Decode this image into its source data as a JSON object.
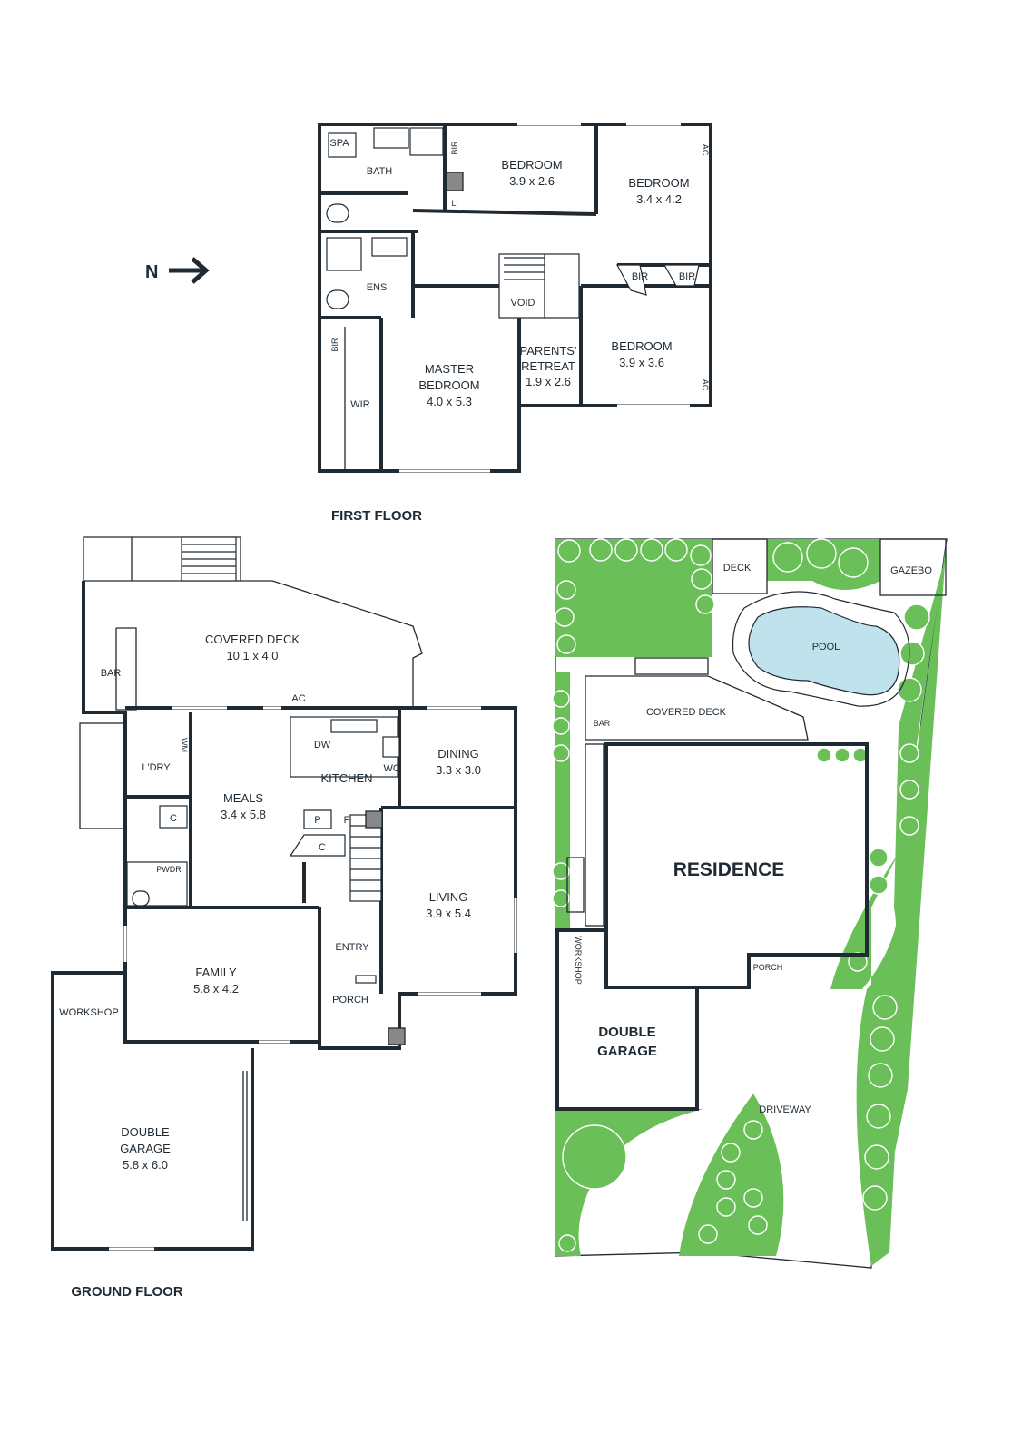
{
  "compass": {
    "label": "N"
  },
  "first_floor": {
    "title": "FIRST FLOOR",
    "rooms": {
      "spa": "SPA",
      "bath": "BATH",
      "bir_top": "BIR",
      "linen": "L",
      "bed1_name": "BEDROOM",
      "bed1_size": "3.9 x 2.6",
      "bed2_name": "BEDROOM",
      "bed2_size": "3.4 x 4.2",
      "ac_top": "AC",
      "bir_left": "BIR",
      "bir_right": "BIR",
      "ens": "ENS",
      "void": "VOID",
      "bir_mid": "BIR",
      "parents_1": "PARENTS'",
      "parents_2": "RETREAT",
      "parents_size": "1.9 x 2.6",
      "bed3_name": "BEDROOM",
      "bed3_size": "3.9 x 3.6",
      "ac_bottom": "AC",
      "master_1": "MASTER",
      "master_2": "BEDROOM",
      "master_size": "4.0 x 5.3",
      "wir": "WIR"
    }
  },
  "ground_floor": {
    "title": "GROUND FLOOR",
    "rooms": {
      "deck_name": "COVERED DECK",
      "deck_size": "10.1 x 4.0",
      "bar": "BAR",
      "ac": "AC",
      "wm": "WM",
      "ldry": "L'DRY",
      "dw": "DW",
      "kitchen": "KITCHEN",
      "wo": "WO",
      "dining_name": "DINING",
      "dining_size": "3.3 x 3.0",
      "meals_name": "MEALS",
      "meals_size": "3.4 x 5.8",
      "c1": "C",
      "p": "P",
      "f": "F",
      "c2": "C",
      "pwdr": "PWDR",
      "living_name": "LIVING",
      "living_size": "3.9 x 5.4",
      "entry": "ENTRY",
      "family_name": "FAMILY",
      "family_size": "5.8 x 4.2",
      "porch": "PORCH",
      "workshop": "WORKSHOP",
      "garage_1": "DOUBLE",
      "garage_2": "GARAGE",
      "garage_size": "5.8 x 6.0"
    }
  },
  "site_plan": {
    "deck": "DECK",
    "gazebo": "GAZEBO",
    "pool": "POOL",
    "covered_deck": "COVERED DECK",
    "bar": "BAR",
    "residence": "RESIDENCE",
    "workshop": "WORKSHOP",
    "porch": "PORCH",
    "garage_1": "DOUBLE",
    "garage_2": "GARAGE",
    "driveway": "DRIVEWAY"
  },
  "colors": {
    "wall": "#1f2a33",
    "garden": "#6bbf59",
    "pool": "#bfe2ec"
  }
}
